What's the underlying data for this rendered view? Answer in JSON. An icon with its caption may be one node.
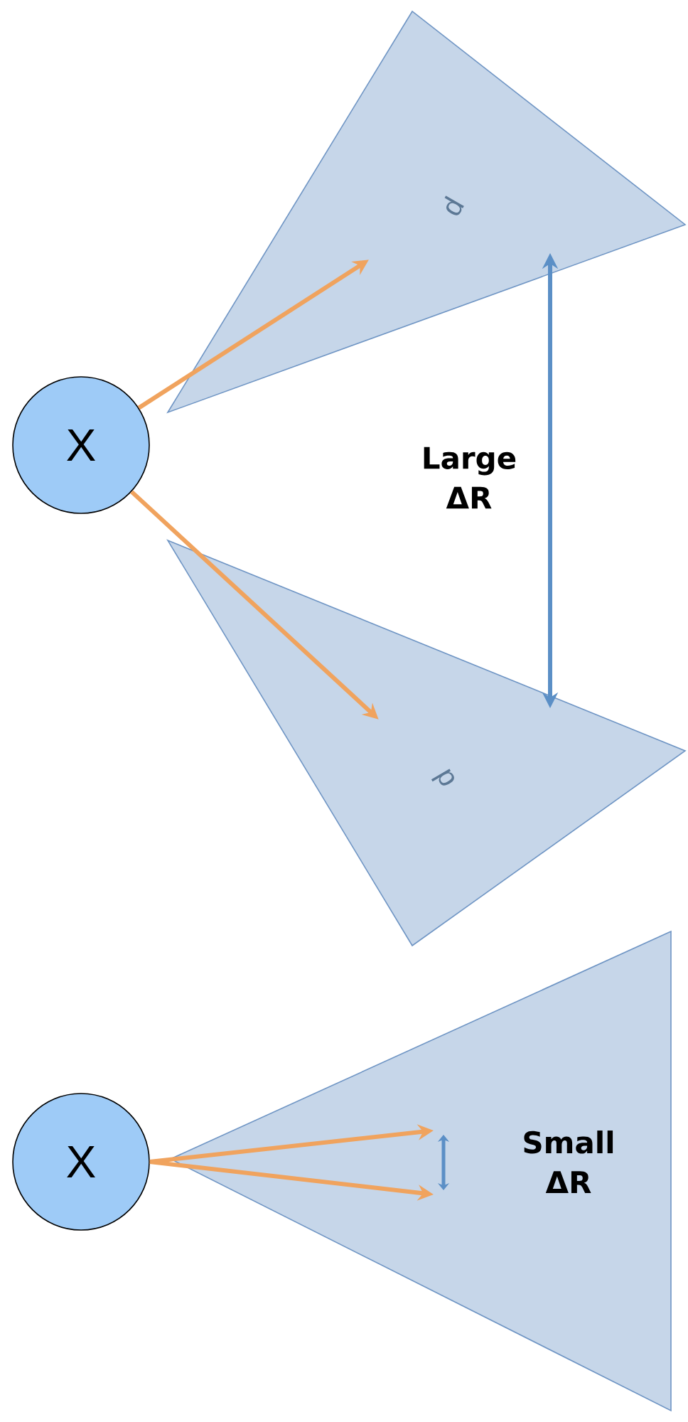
{
  "diagram": {
    "nodes": [
      {
        "text": [
          "X"
        ]
      },
      {
        "text": [
          "p"
        ]
      },
      {
        "text": [
          "p"
        ]
      },
      {
        "text": [
          "X"
        ]
      },
      {
        "text": [],
        "shape": "triangle"
      }
    ],
    "edges": [
      {
        "from": 0,
        "to": 1,
        "arrow": "to"
      },
      {
        "from": 0,
        "to": 2,
        "arrow": "to"
      },
      {
        "from": 3,
        "to": 4,
        "arrow": "to"
      },
      {
        "from": 3,
        "to": 4,
        "arrow": "to"
      },
      {
        "from": 1,
        "to": 2,
        "arrow": "both",
        "color": "#5b8fc6"
      }
    ],
    "labels": [
      "Large ΔR",
      "Small ΔR"
    ]
  }
}
